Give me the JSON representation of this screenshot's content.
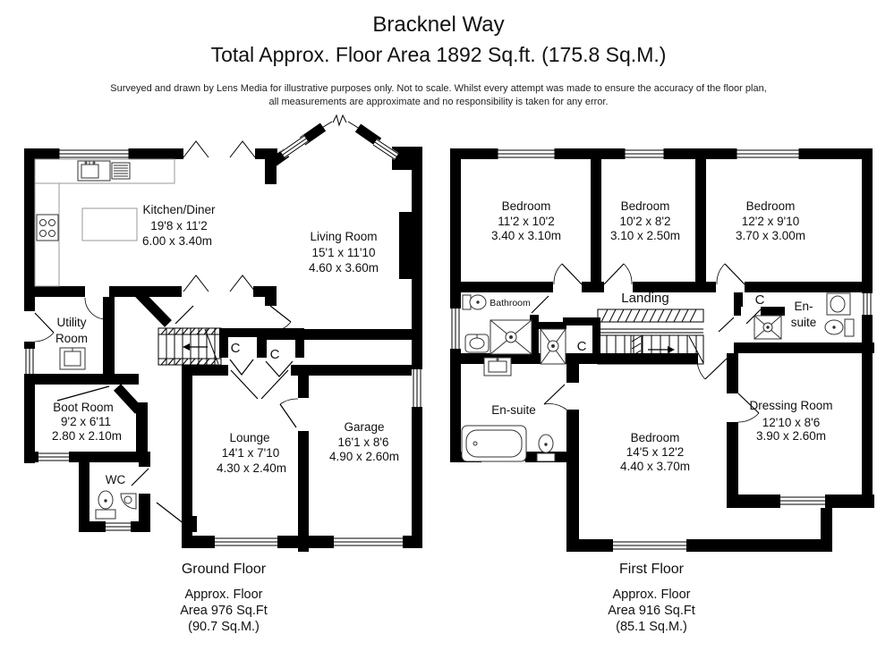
{
  "header": {
    "title": "Bracknel Way",
    "subtitle": "Total Approx. Floor Area 1892 Sq.ft. (175.8 Sq.M.)",
    "disclaimer_line1": "Surveyed and drawn by Lens Media for illustrative purposes only. Not to scale. Whilst every attempt was made to ensure the accuracy of the floor plan,",
    "disclaimer_line2": "all measurements are approximate and no responsibility is taken for any error."
  },
  "ground_floor": {
    "caption": "Ground Floor",
    "area_line1": "Approx. Floor",
    "area_line2": "Area 976 Sq.Ft",
    "area_line3": "(90.7 Sq.M.)",
    "rooms": {
      "kitchen": {
        "name": "Kitchen/Diner",
        "imperial": "19'8 x 11'2",
        "metric": "6.00 x 3.40m"
      },
      "living": {
        "name": "Living Room",
        "imperial": "15'1 x 11'10",
        "metric": "4.60 x 3.60m"
      },
      "utility_line1": "Utility",
      "utility_line2": "Room",
      "boot": {
        "name": "Boot Room",
        "imperial": "9'2 x 6'11",
        "metric": "2.80 x 2.10m"
      },
      "wc": "WC",
      "lounge": {
        "name": "Lounge",
        "imperial": "14'1 x 7'10",
        "metric": "4.30 x 2.40m"
      },
      "garage": {
        "name": "Garage",
        "imperial": "16'1 x 8'6",
        "metric": "4.90 x 2.60m"
      },
      "closet1": "C",
      "closet2": "C"
    }
  },
  "first_floor": {
    "caption": "First Floor",
    "area_line1": "Approx. Floor",
    "area_line2": "Area 916 Sq.Ft",
    "area_line3": "(85.1 Sq.M.)",
    "rooms": {
      "bedroom1": {
        "name": "Bedroom",
        "imperial": "11'2 x 10'2",
        "metric": "3.40 x 3.10m"
      },
      "bedroom2": {
        "name": "Bedroom",
        "imperial": "10'2 x 8'2",
        "metric": "3.10 x 2.50m"
      },
      "bedroom3": {
        "name": "Bedroom",
        "imperial": "12'2 x 9'10",
        "metric": "3.70 x 3.00m"
      },
      "bedroom4": {
        "name": "Bedroom",
        "imperial": "14'5 x 12'2",
        "metric": "4.40 x 3.70m"
      },
      "bathroom": "Bathroom",
      "landing": "Landing",
      "ensuite_top_line1": "En-",
      "ensuite_top_line2": "suite",
      "ensuite_bottom": "En-suite",
      "dressing": {
        "name": "Dressing Room",
        "imperial": "12'10 x 8'6",
        "metric": "3.90 x 2.60m"
      },
      "closet1": "C",
      "closet2": "C"
    }
  },
  "colors": {
    "wall": "#000000",
    "background": "#ffffff",
    "text": "#111111"
  }
}
